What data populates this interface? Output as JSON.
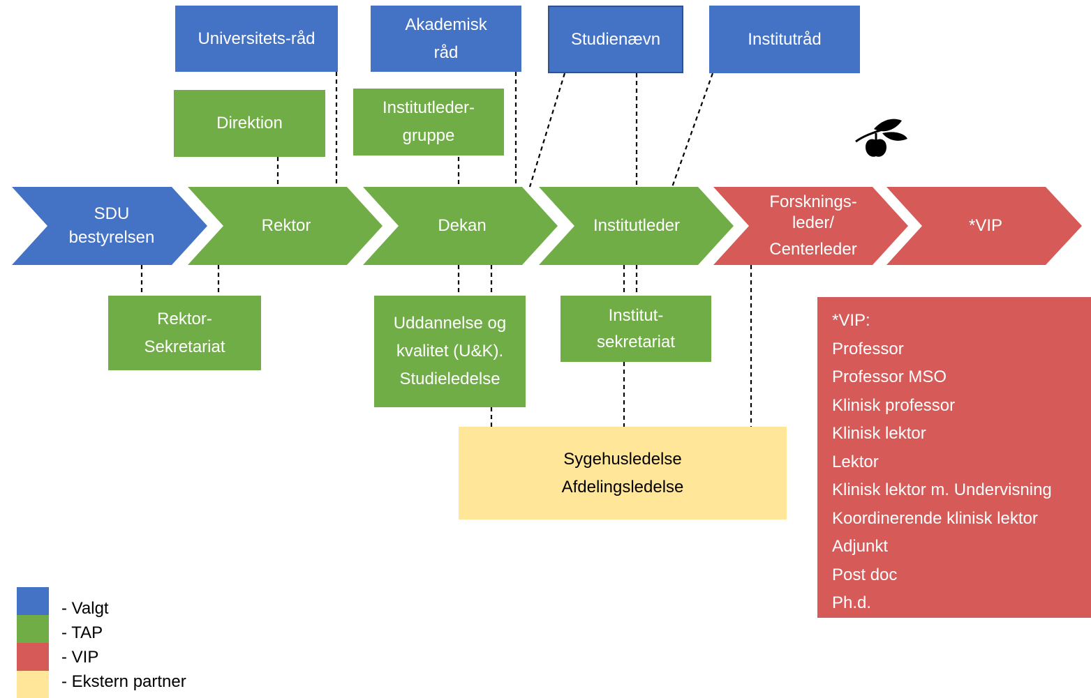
{
  "colors": {
    "valgt": "#4472c4",
    "tap": "#70ad47",
    "vip": "#d55a58",
    "ekstern": "#ffe699"
  },
  "chain": {
    "sdu": [
      "SDU",
      "bestyrelsen"
    ],
    "rektor": "Rektor",
    "dekan": "Dekan",
    "institutleder": "Institutleder",
    "forskningsleder": [
      "Forsknings-",
      "leder/",
      "Centerleder"
    ],
    "vip": "*VIP"
  },
  "top": {
    "universitetsraad": "Universitets-råd",
    "akademisk": [
      "Akademisk",
      "råd"
    ],
    "studienaevn": "Studienævn",
    "instituttraad": "Institutråd",
    "direktion": "Direktion",
    "institutledergruppe": [
      "Institutleder-",
      "gruppe"
    ]
  },
  "bottom": {
    "rektorsekretariat": [
      "Rektor-",
      "Sekretariat"
    ],
    "uk": [
      "Uddannelse og",
      "kvalitet (U&K).",
      "Studieledelse"
    ],
    "institutsekretariat": [
      "Institut-",
      "sekretariat"
    ],
    "sygehus": [
      "Sygehusledelse",
      "Afdelingsledelse"
    ]
  },
  "icon": "apple-branch-icon",
  "vip_list": {
    "heading": "*VIP:",
    "items": [
      "Professor",
      "Professor MSO",
      "Klinisk professor",
      "Klinisk lektor",
      "Lektor",
      "Klinisk lektor m. Undervisning",
      "Koordinerende klinisk lektor",
      "Adjunkt",
      "Post doc",
      "Ph.d."
    ]
  },
  "legend": [
    {
      "label": "- Valgt",
      "color": "#4472c4"
    },
    {
      "label": "- TAP",
      "color": "#70ad47"
    },
    {
      "label": "- VIP",
      "color": "#d55a58"
    },
    {
      "label": "- Ekstern partner",
      "color": "#ffe699"
    }
  ]
}
